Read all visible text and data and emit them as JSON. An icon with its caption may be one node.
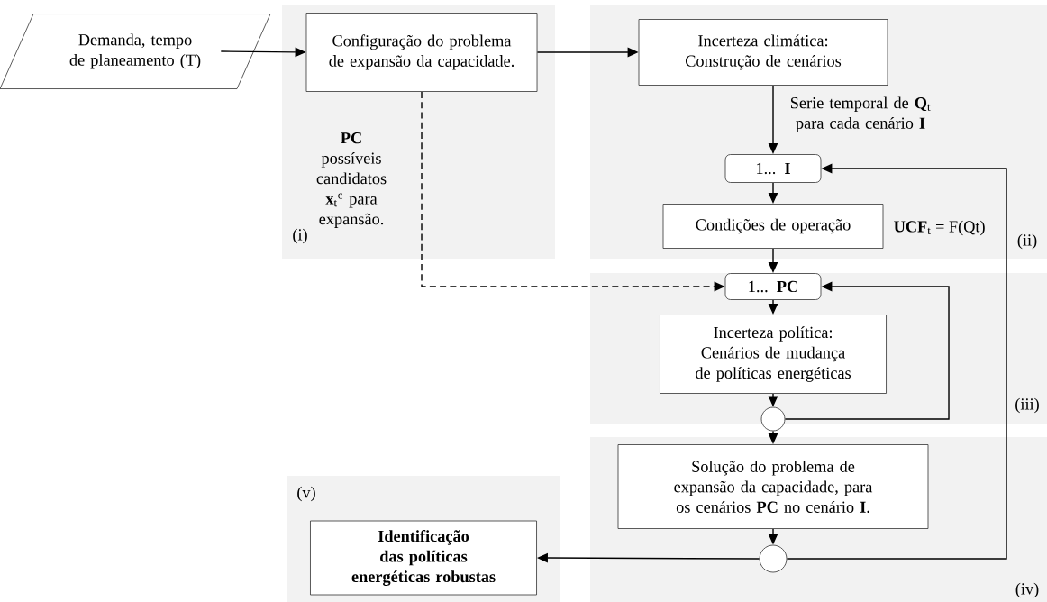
{
  "diagram": {
    "nodes": [
      {
        "text": [
          "Demanda, tempo de planeamento (T)"
        ]
      },
      {
        "text": [
          "(i)"
        ]
      },
      {
        "text": [
          "Configuração do problema de expansão da capacidade."
        ],
        "in": 1
      },
      {
        "text": [
          "(ii)"
        ]
      },
      {
        "text": [
          "Incerteza climática: Construção de cenários"
        ],
        "in": 3
      },
      {
        "text": [
          "1... **I**"
        ],
        "in": 3
      },
      {
        "text": [
          "Condições de operação"
        ],
        "in": 3,
        "beside": [
          "**UCF**$_{t}$ = F(Qt)"
        ]
      },
      {
        "text": [
          "(iii)"
        ]
      },
      {
        "text": [
          "1... **PC**"
        ],
        "in": 7
      },
      {
        "text": [
          "Incerteza política: Cenários de mudança de políticas energéticas"
        ],
        "in": 7
      },
      {
        "text": [],
        "shape": "circle",
        "in": 7
      },
      {
        "text": [
          "(iv)"
        ]
      },
      {
        "text": [
          "Solução do problema de expansão da capacidade, para os cenários **PC** no cenário **I**."
        ],
        "in": 11
      },
      {
        "text": [],
        "shape": "circle",
        "in": 11
      },
      {
        "text": [
          "(v)"
        ]
      },
      {
        "text": [
          "Identificação das políticas energéticas robustas"
        ],
        "in": 14
      }
    ],
    "edges": [
      {
        "from": 0,
        "to": 2,
        "arrow": "to"
      },
      {
        "from": 2,
        "to": 4,
        "arrow": "to"
      },
      {
        "from": 4,
        "to": 5,
        "arrow": "to",
        "label": "Serie temporal de **Q**$_{t}$ para cada cenário **I**"
      },
      {
        "from": 2,
        "to": 8,
        "arrow": "to",
        "style": "dashed",
        "label": "**PC** possíveis candidatos **x**$_{t}$$^{c}$ para expansão."
      },
      {
        "from": 5,
        "to": 6,
        "arrow": "to"
      },
      {
        "from": 6,
        "to": 8,
        "arrow": "to"
      },
      {
        "from": 8,
        "to": 9,
        "arrow": "to"
      },
      {
        "from": 9,
        "to": 10,
        "arrow": "to"
      },
      {
        "from": 10,
        "to": 8,
        "arrow": "to"
      },
      {
        "from": 10,
        "to": 12,
        "arrow": "to"
      },
      {
        "from": 12,
        "to": 13,
        "arrow": "to"
      },
      {
        "from": 13,
        "to": 5,
        "arrow": "to"
      },
      {
        "from": 13,
        "to": 15,
        "arrow": "to"
      }
    ]
  }
}
